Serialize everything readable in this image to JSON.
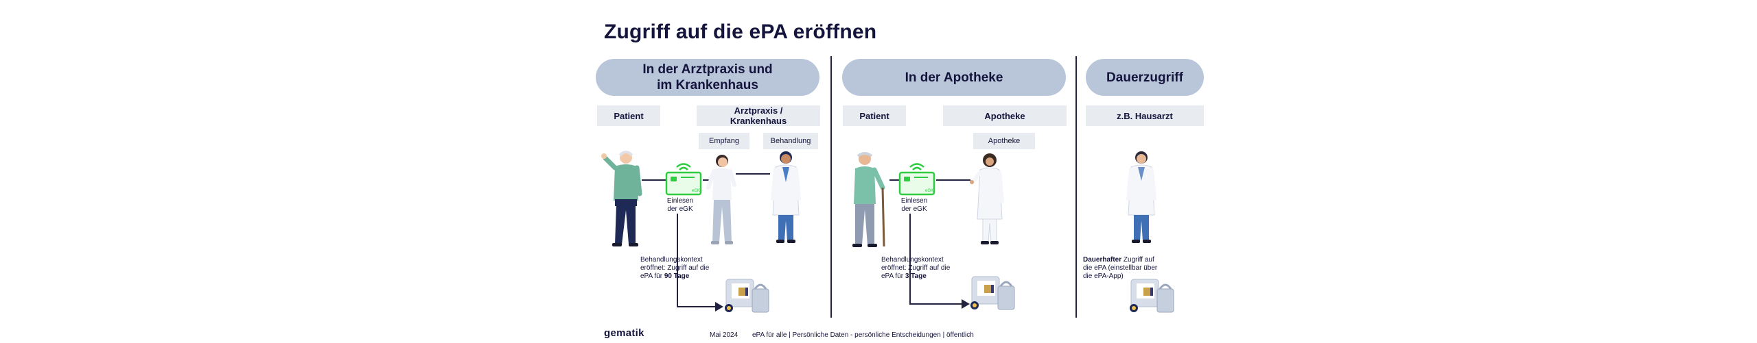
{
  "title": "Zugriff auf die ePA eröffnen",
  "columns": [
    {
      "header": "In der Arztpraxis und\nim Krankenhaus",
      "roles": [
        "Patient",
        "Arztpraxis /\nKrankenhaus"
      ],
      "subroles": [
        "Empfang",
        "Behandlung"
      ],
      "card_label": "Einlesen\nder eGK",
      "access_text_pre": "Behandlungskontext\neröffnet: Zugriff auf die\nePA für ",
      "access_text_bold": "90 Tage"
    },
    {
      "header": "In der Apotheke",
      "roles": [
        "Patient",
        "Apotheke"
      ],
      "subroles": [
        "Apotheke"
      ],
      "card_label": "Einlesen\nder eGK",
      "access_text_pre": "Behandlungskontext\neröffnet: Zugriff auf die\nePA für ",
      "access_text_bold": "3 Tage"
    },
    {
      "header": "Dauerzugriff",
      "roles": [
        "z.B. Hausarzt"
      ],
      "access_text_bold": "Dauerhafter",
      "access_text_post": " Zugriff auf\ndie ePA (einstellbar über\ndie ePA-App)"
    }
  ],
  "card_chip_label": "eGK",
  "footer": {
    "logo": "gematik",
    "date": "Mai 2024",
    "text": "ePA für alle | Persönliche Daten - persönliche Entscheidungen | öffentlich"
  },
  "colors": {
    "pill": "#b9c6da",
    "box": "#e8ebf0",
    "card_green": "#2ecc40",
    "ink": "#14143c"
  }
}
